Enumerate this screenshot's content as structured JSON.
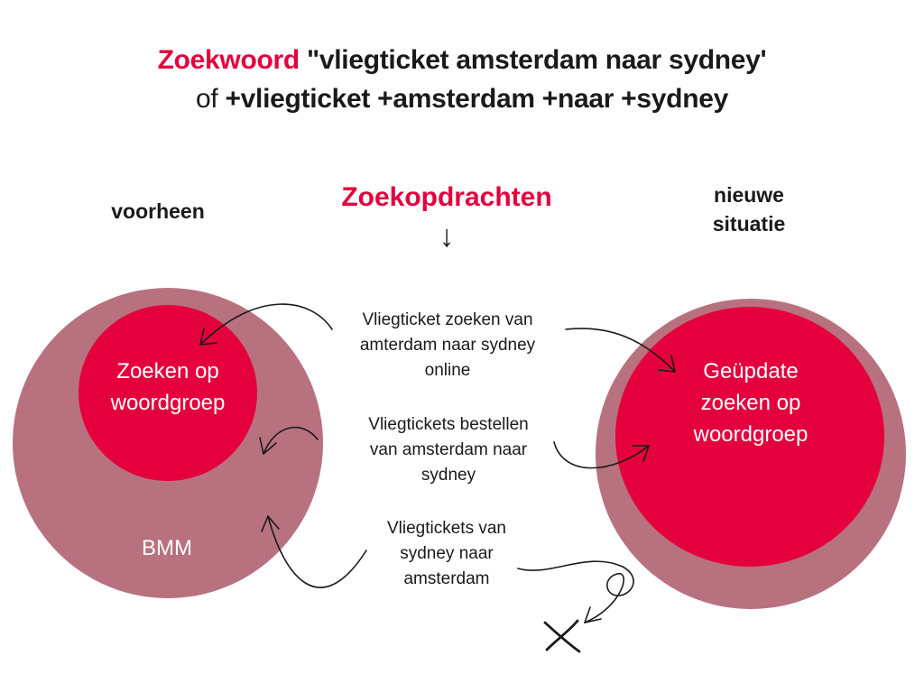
{
  "title": {
    "keyword_label": "Zoekwoord",
    "keyword_phrase": " \"vliegticket amsterdam naar sydney'",
    "or_word": "of",
    "modified_phrase": " +vliegticket +amsterdam +naar +sydney"
  },
  "labels": {
    "before": "voorheen",
    "new_line1": "nieuwe",
    "new_line2": "situatie"
  },
  "center": {
    "heading": "Zoekopdrachten",
    "arrow": "↓"
  },
  "left_diagram": {
    "inner_line1": "Zoeken op",
    "inner_line2": "woordgroep",
    "outer": "BMM"
  },
  "right_diagram": {
    "inner_line1": "Geüpdate",
    "inner_line2": "zoeken op",
    "inner_line3": "woordgroep"
  },
  "queries": [
    {
      "line1": "Vliegticket zoeken van",
      "line2": "amterdam naar sydney",
      "line3": "online"
    },
    {
      "line1": "Vliegtickets bestellen",
      "line2": "van amsterdam naar",
      "line3": "sydney"
    },
    {
      "line1": "Vliegtickets van",
      "line2": "sydney naar",
      "line3": "amsterdam"
    }
  ],
  "colors": {
    "accent": "#e4003d",
    "outer_circle": "#b8727f",
    "text": "#1a1a1a"
  }
}
